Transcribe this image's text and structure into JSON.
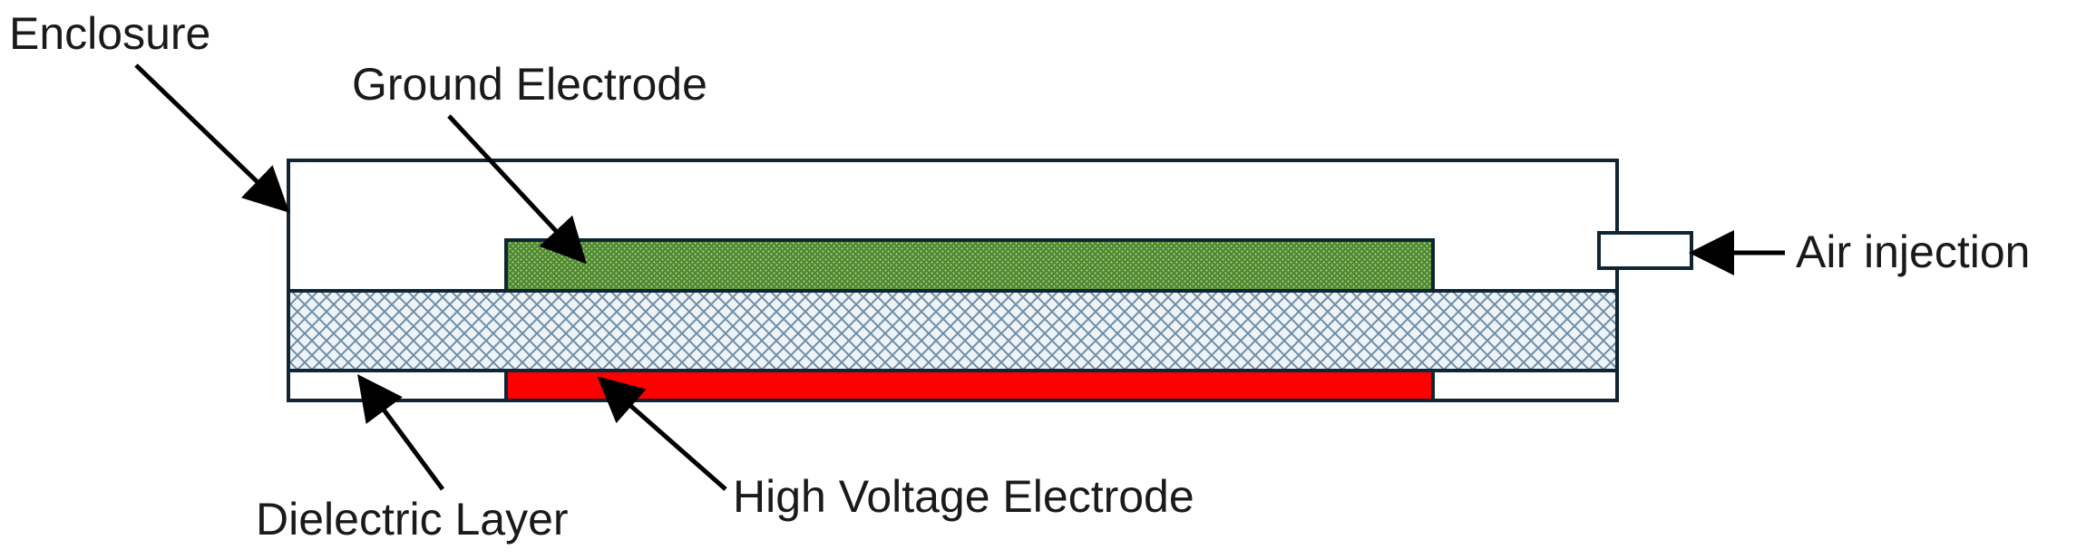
{
  "labels": {
    "enclosure": "Enclosure",
    "ground_electrode": "Ground Electrode",
    "air_injection": "Air injection",
    "dielectric_layer": "Dielectric Layer",
    "high_voltage_electrode": "High Voltage Electrode"
  },
  "colors": {
    "outline": "#0f2535",
    "ground_electrode": "#4f8a2e",
    "high_voltage_electrode": "#ff0000",
    "dielectric_hatch": "#6f8ea6",
    "dielectric_fill": "#eef3f7"
  }
}
